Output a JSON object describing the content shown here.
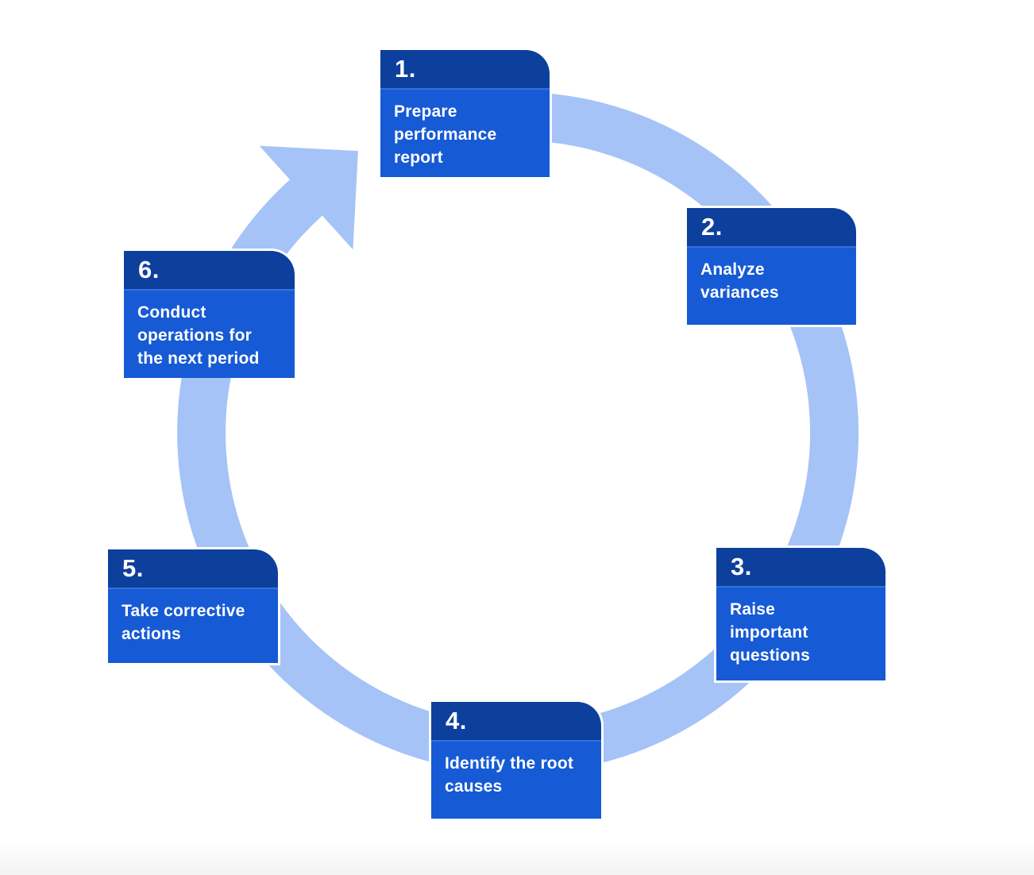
{
  "colors": {
    "ring": "#a5c3f6",
    "card_header": "#0d409d",
    "card_body": "#165ad5",
    "text": "#ffffff",
    "background": "#ffffff"
  },
  "steps": [
    {
      "number": "1.",
      "label": "Prepare\nperformance\nreport"
    },
    {
      "number": "2.",
      "label": "Analyze\nvariances"
    },
    {
      "number": "3.",
      "label": "Raise\nimportant\nquestions"
    },
    {
      "number": "4.",
      "label": "Identify the root\ncauses"
    },
    {
      "number": "5.",
      "label": "Take corrective\nactions"
    },
    {
      "number": "6.",
      "label": "Conduct\noperations for\nthe next period"
    }
  ]
}
